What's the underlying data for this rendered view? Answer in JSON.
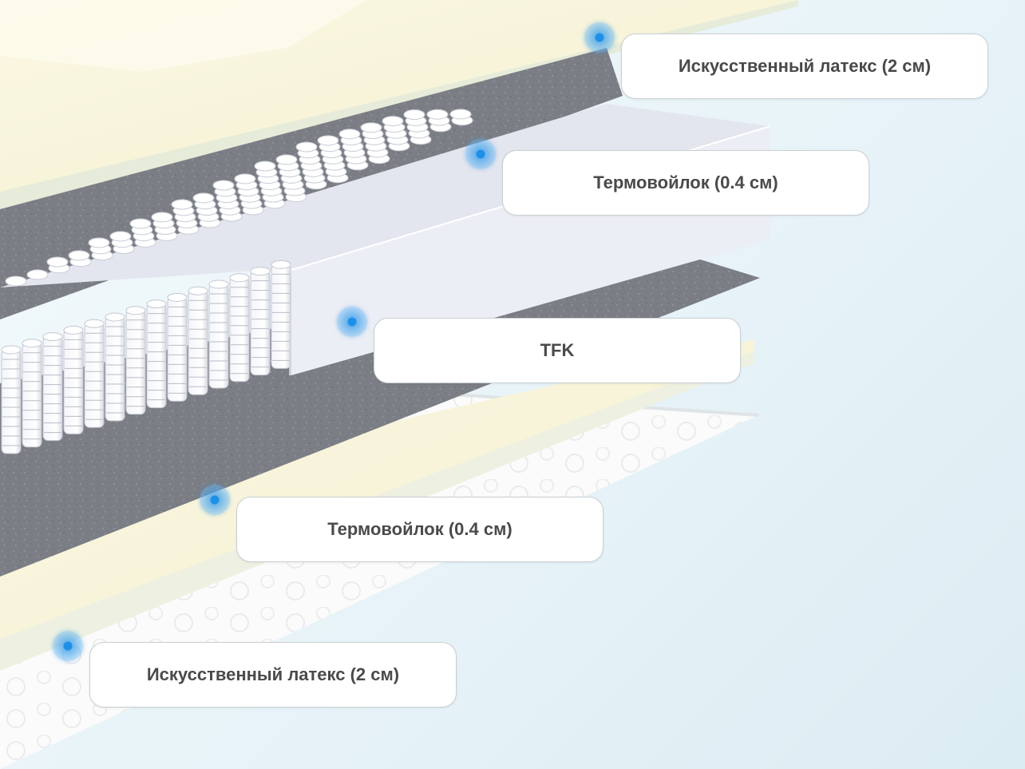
{
  "layers": [
    {
      "id": "top-latex",
      "label": "Искусственный латекс (2 см)"
    },
    {
      "id": "top-felt",
      "label": "Термовойлок (0.4 см)"
    },
    {
      "id": "spring-block",
      "label": "TFK"
    },
    {
      "id": "bottom-felt",
      "label": "Термовойлок (0.4 см)"
    },
    {
      "id": "bottom-latex",
      "label": "Искусственный латекс (2 см)"
    }
  ],
  "colors": {
    "latex": "#f8f5dc",
    "felt": "#7b7e85",
    "spring_frame": "#eceef5",
    "hotspot": "#2d9be8",
    "label_text": "#4a4a4a"
  }
}
